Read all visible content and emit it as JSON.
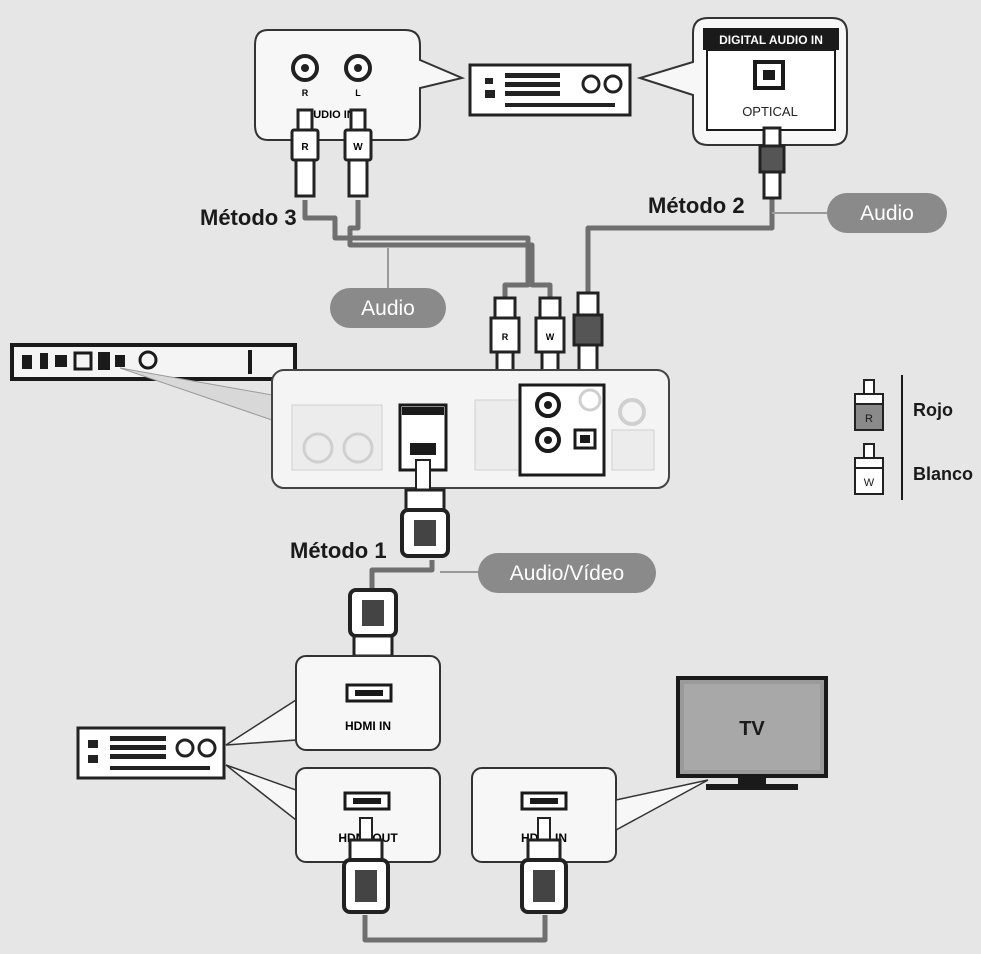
{
  "methods": {
    "m1": "Método 1",
    "m2": "Método 2",
    "m3": "Método 3"
  },
  "tags": {
    "audio_top": "Audio",
    "audio_mid": "Audio",
    "audio_video": "Audio/Vídeo"
  },
  "panels": {
    "audio_in": "AUDIO IN",
    "digital_audio_in": "DIGITAL AUDIO IN",
    "optical": "OPTICAL",
    "hdmi_in_receiver": "HDMI IN",
    "hdmi_out_receiver": "HDMI OUT",
    "hdmi_in_tv": "HDMI IN",
    "tv": "TV",
    "jack_r": "R",
    "jack_l": "L"
  },
  "legend": {
    "red_letter": "R",
    "red_label": "Rojo",
    "white_letter": "W",
    "white_label": "Blanco"
  },
  "plugs": {
    "r": "R",
    "w": "W"
  },
  "colors": {
    "background": "#e6e6e6",
    "callout": "#f7f7f7",
    "tag": "#8a8a8a",
    "cable": "#7a7a7a",
    "dark": "#222222"
  }
}
